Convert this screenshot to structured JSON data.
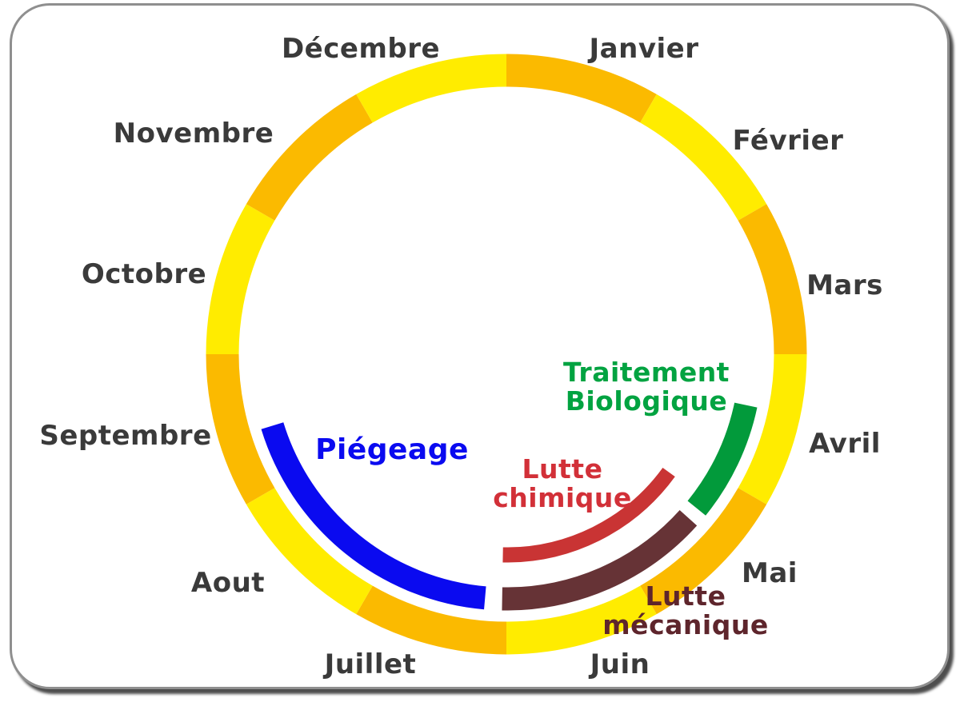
{
  "frame": {
    "border_color": "#8f8f8f",
    "shadow_color": "#4e4e4e",
    "background": "#ffffff"
  },
  "colors": {
    "ring_yellow": "#ffec00",
    "ring_gold": "#fbba00",
    "month_label": "#3a3a3a"
  },
  "calendar_ring": {
    "months": [
      "Janvier",
      "Février",
      "Mars",
      "Avril",
      "Mai",
      "Juin",
      "Juillet",
      "Aout",
      "Septembre",
      "Octobre",
      "Novembre",
      "Décembre"
    ],
    "gold_months": [
      "Janvier",
      "Mars",
      "Mai",
      "Juillet",
      "Septembre",
      "Novembre"
    ],
    "yellow_months": [
      "Février",
      "Avril",
      "Juin",
      "Aout",
      "Octobre",
      "Décembre"
    ]
  },
  "treatments": [
    {
      "name": "Piégeage",
      "label_lines": [
        "Piégeage"
      ],
      "arc_color": "#0a0af0",
      "text_color": "#0a0af0",
      "months_covered": [
        "Juillet",
        "Aout",
        "Septembre"
      ]
    },
    {
      "name": "Lutte chimique",
      "label_lines": [
        "Lutte",
        "chimique"
      ],
      "arc_color": "#c93434",
      "text_color": "#d23038",
      "months_covered": [
        "Mai",
        "Juin"
      ]
    },
    {
      "name": "Traitement Biologique",
      "label_lines": [
        "Traitement",
        "Biologique"
      ],
      "arc_color": "#029a3b",
      "text_color": "#02a341",
      "months_covered": [
        "Avril",
        "Mai"
      ]
    },
    {
      "name": "Lutte mécanique",
      "label_lines": [
        "Lutte",
        "mécanique"
      ],
      "arc_color": "#663336",
      "text_color": "#5e252c",
      "months_covered": [
        "Mai",
        "Juin"
      ]
    }
  ]
}
